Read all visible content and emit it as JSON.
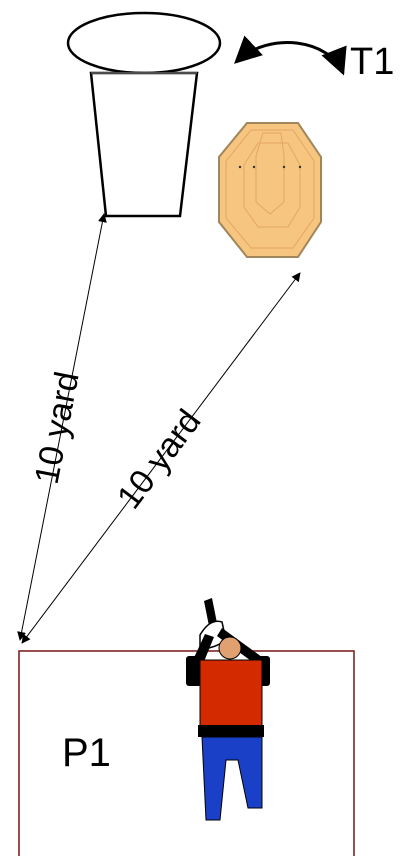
{
  "target": {
    "label": "T1"
  },
  "position": {
    "label": "P1"
  },
  "distances": [
    {
      "label": "10 yard"
    },
    {
      "label": "10 yard"
    }
  ],
  "colors": {
    "target_fill": "#f6c57f",
    "target_stroke": "#a0865a",
    "target_zone": "#e3a764",
    "box_stroke": "#7a1414",
    "shirt": "#d42a00",
    "pants": "#1a40c8",
    "skin": "#e0a070",
    "ink": "#000000"
  }
}
